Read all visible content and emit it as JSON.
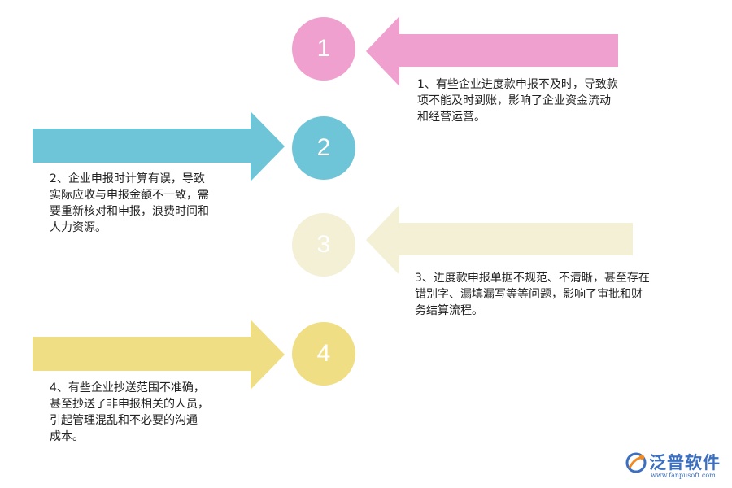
{
  "steps": [
    {
      "number": "1",
      "color": "#f0a0ce",
      "text": "1、有些企业进度款申报不及时，导致款\n项不能及时到账，影响了企业资金流动\n和经营运营。"
    },
    {
      "number": "2",
      "color": "#6fc5d8",
      "text": "2、企业申报时计算有误，导致\n实际应收与申报金额不一致，需\n要重新核对和申报，浪费时间和\n人力资源。"
    },
    {
      "number": "3",
      "color": "#f3f0d6",
      "text": "3、进度款申报单据不规范、不清晰，甚至存在\n错别字、漏填漏写等等问题，影响了审批和财\n务结算流程。"
    },
    {
      "number": "4",
      "color": "#f0de85",
      "text": "4、有些企业抄送范围不准确，\n甚至抄送了非申报相关的人员，\n引起管理混乱和不必要的沟通\n成本。"
    }
  ],
  "logo": {
    "name": "泛普软件",
    "url": "www.fanpusoft.com",
    "colors": [
      "#3c6fbf",
      "#f08a24"
    ]
  }
}
